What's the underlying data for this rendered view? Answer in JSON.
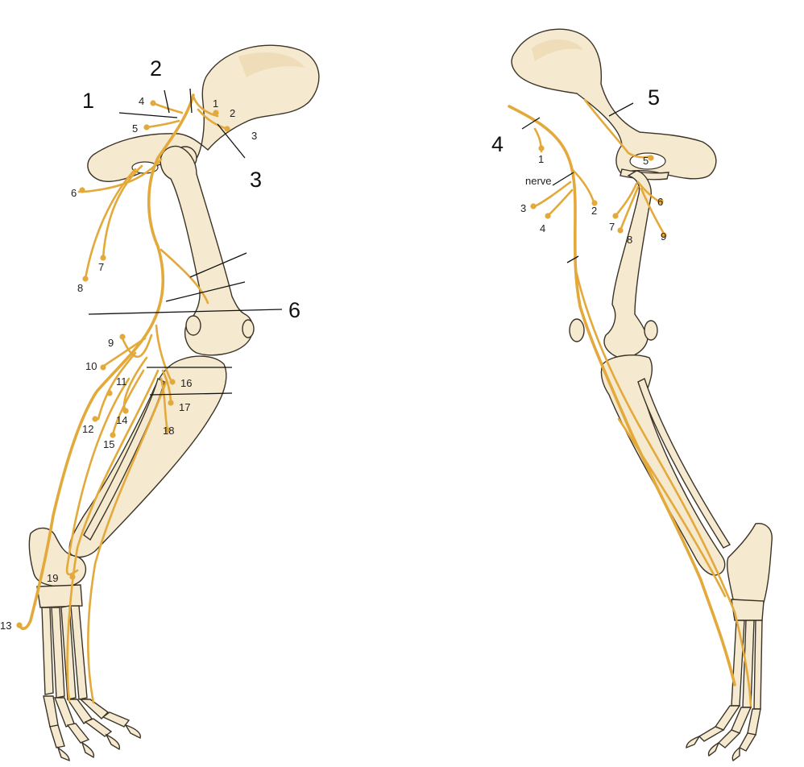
{
  "colors": {
    "nerve": "#e3a93a",
    "bone_fill": "#f5e9cf",
    "bone_stroke": "#3b3326",
    "leader": "#111111",
    "background": "#ffffff"
  },
  "left_view": {
    "large_labels": [
      "1",
      "2",
      "3",
      "6"
    ],
    "small_labels": [
      "1",
      "2",
      "3",
      "4",
      "5",
      "6",
      "7",
      "8",
      "9",
      "10",
      "11",
      "12",
      "13",
      "14",
      "15",
      "16",
      "17",
      "18",
      "19"
    ]
  },
  "right_view": {
    "large_labels": [
      "4",
      "5"
    ],
    "small_labels": [
      "1",
      "2",
      "3",
      "4",
      "5",
      "6",
      "7",
      "8",
      "9"
    ],
    "nerve_label": "nerve"
  }
}
